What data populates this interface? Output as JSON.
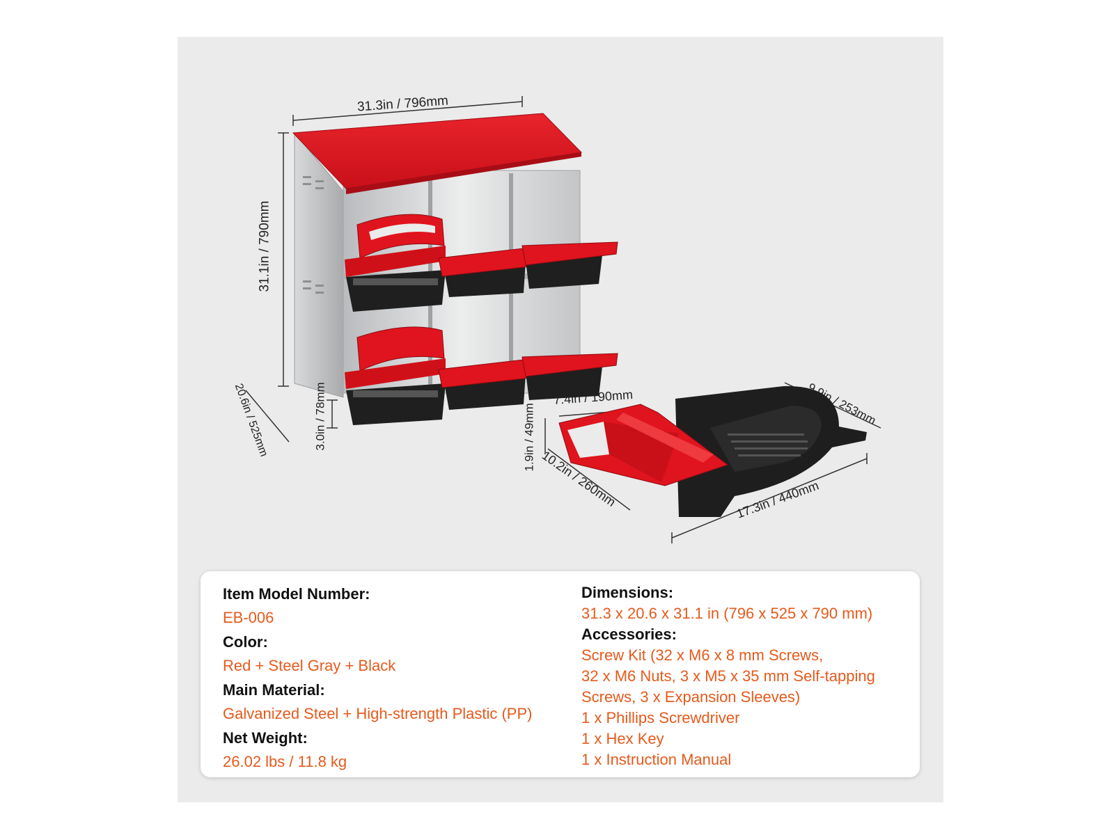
{
  "dimensions_labels": {
    "width": "31.3in / 796mm",
    "height": "31.1in / 790mm",
    "depth": "20.6in / 525mm",
    "lip": "3.0in / 78mm",
    "tray_width": "7.4in / 190mm",
    "tray_lip": "1.9in / 49mm",
    "tray_inner": "10.2in / 260mm",
    "tray_length": "17.3in / 440mm",
    "tray_depth": "9.9in / 253mm"
  },
  "specs": {
    "model_label": "Item Model Number:",
    "model_value": "EB-006",
    "color_label": "Color:",
    "color_value": "Red + Steel Gray + Black",
    "material_label": "Main Material:",
    "material_value": "Galvanized Steel + High-strength Plastic (PP)",
    "weight_label": "Net Weight:",
    "weight_value": "26.02 lbs / 11.8 kg",
    "dimensions_label": "Dimensions:",
    "dimensions_value": "31.3 x 20.6 x 31.1 in (796 x 525 x 790 mm)",
    "accessories_label": "Accessories:",
    "accessories": [
      "Screw Kit (32 x M6 x 8 mm Screws,",
      "32 x M6 Nuts, 3 x M5 x 35 mm Self-tapping",
      "Screws, 3 x Expansion Sleeves)",
      "1 x Phillips Screwdriver",
      "1 x Hex Key",
      "1 x Instruction Manual"
    ]
  },
  "colors": {
    "accent_text": "#e55a1c",
    "product_red": "#e0141e",
    "steel": "#c9cacc",
    "tray_black": "#1e1e1e",
    "background": "#ebebeb"
  }
}
